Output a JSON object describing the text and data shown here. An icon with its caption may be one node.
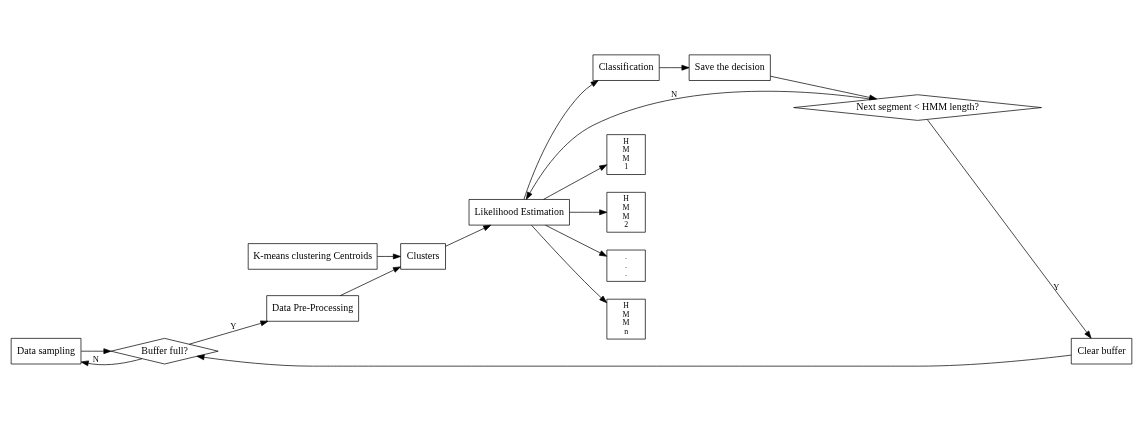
{
  "diagram": {
    "nodes": [
      {
        "text": [
          "Data sampling"
        ]
      },
      {
        "text": [
          "Buffer full?"
        ]
      },
      {
        "text": [
          "Data Pre-Processing"
        ]
      },
      {
        "text": [
          "Clusters"
        ]
      },
      {
        "text": [
          "Likelihood Estimation"
        ]
      },
      {
        "text": [
          "Classification"
        ]
      },
      {
        "text": [
          "K-means clustering Centroids"
        ]
      },
      {
        "text": [
          "HMM1"
        ]
      },
      {
        "text": [
          "HMM2"
        ]
      },
      {
        "text": [
          "..."
        ]
      },
      {
        "text": [
          "HMMn"
        ]
      },
      {
        "text": [
          "Save the decision"
        ]
      },
      {
        "text": [
          "Next segment < HMM length?"
        ]
      },
      {
        "text": [
          "Clear buffer"
        ]
      }
    ],
    "edges": [
      {
        "from": 0,
        "to": 1,
        "arrow": "to"
      },
      {
        "from": 1,
        "to": 0,
        "arrow": "to",
        "label": "N"
      },
      {
        "from": 1,
        "to": 2,
        "arrow": "to",
        "label": "Y"
      },
      {
        "from": 6,
        "to": 3,
        "arrow": "to"
      },
      {
        "from": 2,
        "to": 3,
        "arrow": "to"
      },
      {
        "from": 3,
        "to": 4,
        "arrow": "to"
      },
      {
        "from": 12,
        "to": 4,
        "arrow": "to",
        "label": "N"
      },
      {
        "from": 4,
        "to": 5,
        "arrow": "to"
      },
      {
        "from": 4,
        "to": 7,
        "arrow": "to"
      },
      {
        "from": 4,
        "to": 8,
        "arrow": "to"
      },
      {
        "from": 4,
        "to": 9,
        "arrow": "to"
      },
      {
        "from": 4,
        "to": 10,
        "arrow": "to"
      },
      {
        "from": 5,
        "to": 11,
        "arrow": "to"
      },
      {
        "from": 11,
        "to": 12,
        "arrow": "to"
      },
      {
        "from": 12,
        "to": 13,
        "arrow": "to",
        "label": "Y"
      },
      {
        "from": 13,
        "to": 1,
        "arrow": "to"
      }
    ]
  }
}
